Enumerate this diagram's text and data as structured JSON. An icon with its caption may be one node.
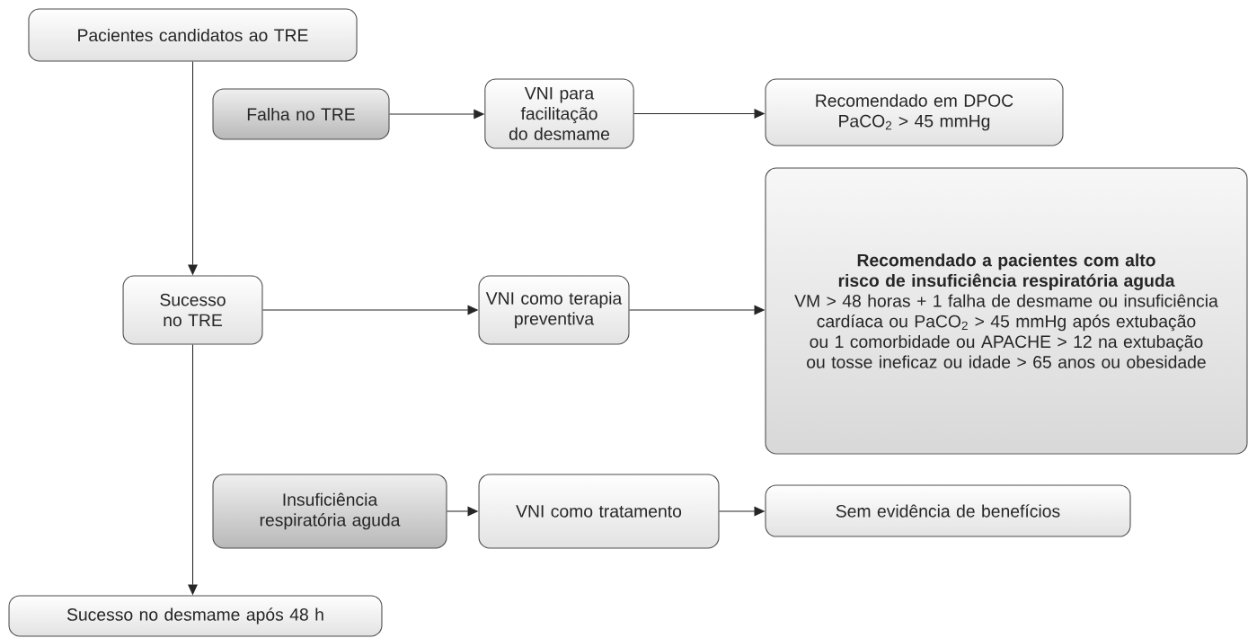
{
  "diagram": {
    "nodes": [
      {
        "text": [
          "Pacientes candidatos ao TRE"
        ]
      },
      {
        "text": [
          "Falha no TRE"
        ]
      },
      {
        "text": [
          "VNI para facilitação do desmame"
        ]
      },
      {
        "text": [
          "Recomendado em DPOC PaCO$_{2}$ > 45 mmHg"
        ]
      },
      {
        "text": [
          "Sucesso no TRE"
        ]
      },
      {
        "text": [
          "VNI como terapia preventiva"
        ]
      },
      {
        "text": [
          "Recomendado a pacientes com alto risco de insuficiência respiratória aguda",
          "VM > 48 horas + 1 falha de desmame ou insuficiência cardíaca ou PaCO$_{2}$ > 45 mmHg após extubação ou 1 comorbidade ou APACHE > 12 na extubação ou tosse ineficaz ou idade > 65 anos ou obesidade"
        ]
      },
      {
        "text": [
          "Insuficiência respiratória aguda"
        ]
      },
      {
        "text": [
          "VNI como tratamento"
        ]
      },
      {
        "text": [
          "Sem evidência de benefícios"
        ]
      },
      {
        "text": [
          "Sucesso no desmame após 48 h"
        ]
      }
    ],
    "edges": [
      {
        "from": 0,
        "to": 4,
        "arrow": "to"
      },
      {
        "from": 1,
        "to": 2,
        "arrow": "to"
      },
      {
        "from": 2,
        "to": 3,
        "arrow": "to"
      },
      {
        "from": 4,
        "to": 5,
        "arrow": "to"
      },
      {
        "from": 5,
        "to": 6,
        "arrow": "to"
      },
      {
        "from": 7,
        "to": 8,
        "arrow": "to"
      },
      {
        "from": 8,
        "to": 9,
        "arrow": "to"
      },
      {
        "from": 4,
        "to": 10,
        "arrow": "to"
      }
    ]
  }
}
